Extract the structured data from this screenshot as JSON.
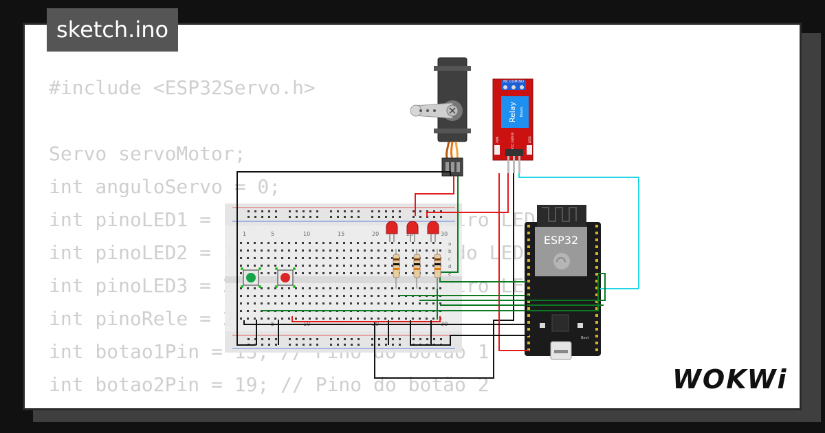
{
  "header": {
    "file_tab": "sketch.ino"
  },
  "code_lines": [
    "#include <ESP32Servo.h>",
    "",
    "Servo servoMotor;",
    "int anguloServo = 0;",
    "int pinoLED1 = 12; // Pino do primeiro LED",
    "int pinoLED2 = 14; // Pino do segundo LED",
    "int pinoLED3 = 27; // Pino do terceiro LED",
    "int pinoRele = 26; // Pino do relé",
    "int botao1Pin = 13; // Pino do botão 1",
    "int botao2Pin = 19; // Pino do botão 2"
  ],
  "components": {
    "esp32_label": "ESP32",
    "relay_label": "Relay",
    "relay_sub": "Keyes",
    "relay_pins_top": "NC COM NO",
    "relay_pins_bottom": "VCC GND IN",
    "relay_pwr": "PWR",
    "relay_led": "LED1",
    "breadboard_cols": [
      "1",
      "5",
      "10",
      "15",
      "20",
      "25",
      "30"
    ],
    "breadboard_rows": [
      "a",
      "b",
      "c",
      "d",
      "e"
    ],
    "boot_label": "Boot"
  },
  "brand": {
    "logo_text": "WOKWi"
  },
  "colors": {
    "background": "#111111",
    "card": "#ffffff",
    "code_text": "#cfcfcf",
    "tab_bg": "#555555",
    "relay_board": "#cc1111",
    "esp32_board": "#1b1b1b",
    "led_red": "#e02424",
    "button_green": "#16a34a",
    "button_red": "#dc2626",
    "wire_green": "#0b7a22",
    "wire_red": "#e21b1b",
    "wire_cyan": "#1fd6e6",
    "wire_black": "#111111",
    "servo_orange": "#e8761a"
  }
}
